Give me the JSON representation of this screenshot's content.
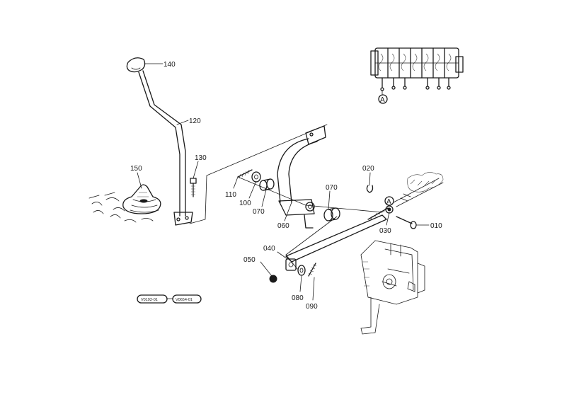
{
  "callouts": {
    "p140": "140",
    "p120": "120",
    "p130": "130",
    "p150": "150",
    "p110": "110",
    "p100": "100",
    "p070a": "070",
    "p070b": "070",
    "p060": "060",
    "p020": "020",
    "p030": "030",
    "p010": "010",
    "p040": "040",
    "p050": "050",
    "p080": "080",
    "p090": "090"
  },
  "references": {
    "ref1": "V0192-01",
    "ref2": "V0654-01"
  },
  "view_marker": "A",
  "icons": {
    "view_marker": "circle-letter-icon",
    "reference_tag": "rounded-tag-icon"
  }
}
